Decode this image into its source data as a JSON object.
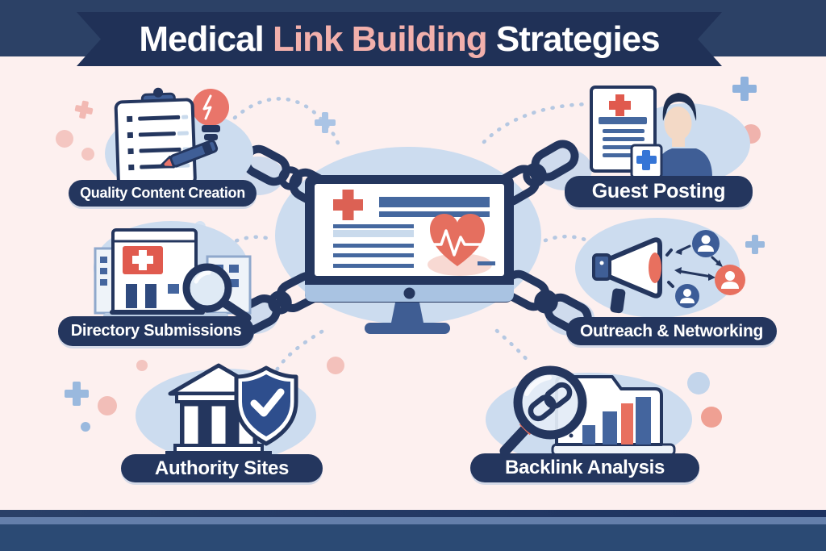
{
  "title": {
    "part1": "Medical ",
    "part2": "Link Building",
    "part3": " Strategies"
  },
  "strategies": [
    {
      "label": "Quality Content Creation",
      "icon": "clipboard-lightbulb-pencil-icon",
      "position": "top-left"
    },
    {
      "label": "Guest Posting",
      "icon": "medical-article-person-icon",
      "position": "top-right"
    },
    {
      "label": "Directory Submissions",
      "icon": "hospital-magnifier-icon",
      "position": "middle-left"
    },
    {
      "label": "Outreach & Networking",
      "icon": "megaphone-people-arrows-icon",
      "position": "middle-right"
    },
    {
      "label": "Authority Sites",
      "icon": "bank-building-shield-check-icon",
      "position": "bottom-left"
    },
    {
      "label": "Backlink Analysis",
      "icon": "magnifier-link-bar-chart-icon",
      "position": "bottom-right"
    }
  ],
  "center": {
    "icon": "medical-website-monitor-with-chains-icon"
  },
  "colors": {
    "navy": "#24365e",
    "banner_navy": "#203157",
    "top_band_navy": "#2c4166",
    "background_pink": "#fdf0ef",
    "blob_blue": "#ccdcef",
    "salmon": "#e8705f",
    "red_cross": "#dc6154",
    "mid_blue": "#44659e",
    "light_blue_accent": "#a9c4e4",
    "pink_accent": "#f2bdb7",
    "title_highlight": "#f2b0ac",
    "shield_blue": "#2e4e8d",
    "bottom_band_navy": "#2b4a74",
    "white": "#ffffff"
  }
}
